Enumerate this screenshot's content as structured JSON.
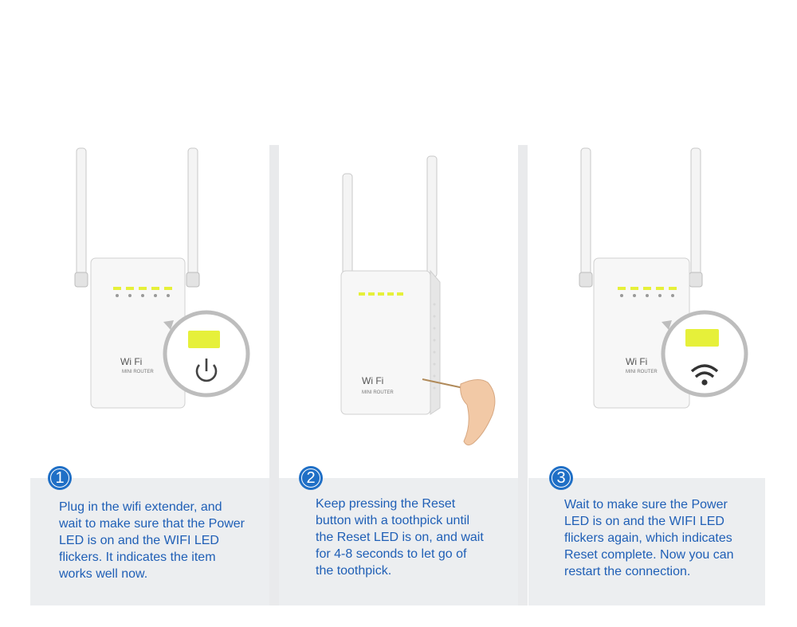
{
  "steps": [
    {
      "number": "1",
      "lines": [
        "Plug in the wifi extender, and",
        "wait to make sure that the Power",
        "LED is on and the WIFI LED",
        "flickers. It indicates the item",
        "works well now."
      ],
      "device_brand": "Wi Fi",
      "device_model": "MINI ROUTER",
      "zoom_icon": "power-icon"
    },
    {
      "number": "2",
      "lines": [
        "Keep pressing the Reset",
        "button with a toothpick until",
        "the Reset LED is on, and wait",
        "for 4-8 seconds to let go of",
        "the toothpick."
      ],
      "device_brand": "Wi Fi",
      "device_model": "MINI ROUTER"
    },
    {
      "number": "3",
      "lines": [
        "Wait to make sure the Power",
        "LED is on and the WIFI LED",
        "flickers again, which indicates",
        "Reset complete. Now you can",
        "restart the connection."
      ],
      "device_brand": "Wi Fi",
      "device_model": "MINI ROUTER",
      "zoom_icon": "wifi-icon"
    }
  ],
  "colors": {
    "number_badge": "#1f6fc6",
    "text": "#1f5fb6",
    "led": "#e6f03a",
    "panel_bg": "#eceef0"
  }
}
